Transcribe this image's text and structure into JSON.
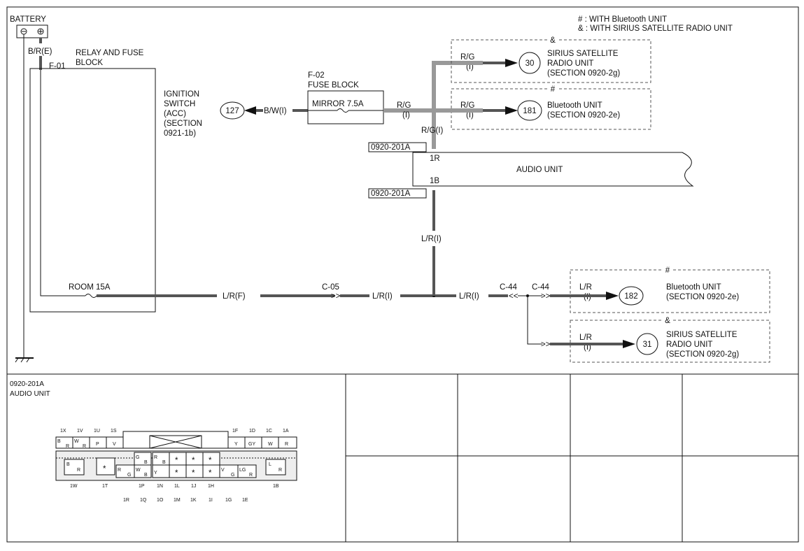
{
  "battery": {
    "label": "BATTERY",
    "wire": "B/R(E)"
  },
  "relay_block": {
    "connector": "F-01",
    "title_1": "RELAY AND FUSE",
    "title_2": "BLOCK",
    "fuse": "ROOM 15A"
  },
  "ignition": {
    "line1": "IGNITION",
    "line2": "SWITCH",
    "line3": "(ACC)",
    "line4": "(SECTION",
    "line5": "0921-1b)",
    "ref": "127",
    "wire": "B/W(I)"
  },
  "fuse_block": {
    "connector": "F-02",
    "title": "FUSE BLOCK",
    "fuse": "MIRROR 7.5A"
  },
  "legend": {
    "hash": "# : WITH Bluetooth UNIT",
    "amp": "& : WITH SIRIUS SATELLITE RADIO UNIT"
  },
  "top_branches": {
    "wire_rg": "R/G",
    "wire_i": "(I)",
    "wire_rgi": "R/G(I)",
    "sirius": {
      "mark": "&",
      "ref": "30",
      "line1": "SIRIUS SATELLITE",
      "line2": "RADIO UNIT",
      "line3": "(SECTION 0920-2g)"
    },
    "bluetooth": {
      "mark": "#",
      "ref": "181",
      "line1": "Bluetooth UNIT",
      "line2": "(SECTION 0920-2e)"
    }
  },
  "audio_unit": {
    "label": "AUDIO UNIT",
    "connector": "0920-201A",
    "pin_top": "1R",
    "pin_bottom": "1B"
  },
  "bottom_wiring": {
    "wire_lr_i": "L/R(I)",
    "wire_lr_f": "L/R(F)",
    "c05": "C-05",
    "c44": "C-44",
    "wire_lr": "L/R",
    "wire_i": "(I)",
    "bluetooth": {
      "mark": "#",
      "ref": "182",
      "line1": "Bluetooth UNIT",
      "line2": "(SECTION 0920-2e)"
    },
    "sirius": {
      "mark": "&",
      "ref": "31",
      "line1": "SIRIUS SATELLITE",
      "line2": "RADIO UNIT",
      "line3": "(SECTION 0920-2g)"
    }
  },
  "connector_view": {
    "title_1": "0920-201A",
    "title_2": "AUDIO UNIT",
    "top_pins": [
      "1X",
      "1V",
      "1U",
      "1S",
      "1F",
      "1D",
      "1C",
      "1A"
    ],
    "top_colors": [
      "B",
      "R",
      "W",
      "R",
      "P",
      "V",
      "Y",
      "GY",
      "W",
      "R"
    ],
    "mid_colors": [
      "B",
      "R",
      "G",
      "B",
      "R",
      "W",
      "R",
      "B",
      "G",
      "Y",
      "B",
      "V",
      "G",
      "LG",
      "R",
      "L",
      "R"
    ],
    "star": "*",
    "bottom_pins_1": [
      "1W",
      "1T",
      "1P",
      "1N",
      "1L",
      "1J",
      "1H",
      "1B"
    ],
    "bottom_pins_2": [
      "1R",
      "1Q",
      "1O",
      "1M",
      "1K",
      "1I",
      "1G",
      "1E"
    ]
  }
}
